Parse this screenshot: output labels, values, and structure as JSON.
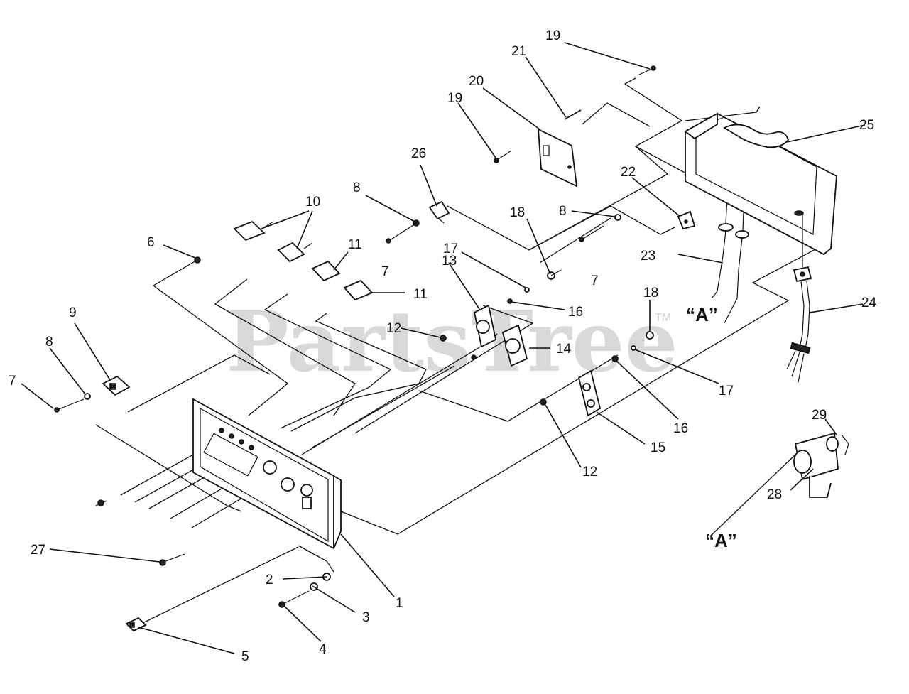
{
  "watermark": {
    "text": "PartsTree",
    "mark": "TM"
  },
  "labels": {
    "p1": "1",
    "p2": "2",
    "p3": "3",
    "p4": "4",
    "p5": "5",
    "p6": "6",
    "p7a": "7",
    "p7b": "7",
    "p7c": "7",
    "p8a": "8",
    "p8b": "8",
    "p8c": "8",
    "p9": "9",
    "p10": "10",
    "p11a": "11",
    "p11b": "11",
    "p12a": "12",
    "p12b": "12",
    "p13": "13",
    "p14": "14",
    "p15": "15",
    "p16a": "16",
    "p16b": "16",
    "p17a": "17",
    "p17b": "17",
    "p18a": "18",
    "p18b": "18",
    "p19a": "19",
    "p19b": "19",
    "p20": "20",
    "p21": "21",
    "p22": "22",
    "p23": "23",
    "p24": "24",
    "p25": "25",
    "p26": "26",
    "p27": "27",
    "p28": "28",
    "p29": "29",
    "a1": "“A”",
    "a2": "“A”"
  }
}
